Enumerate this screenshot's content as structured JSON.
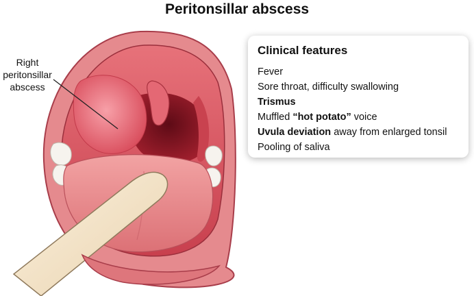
{
  "title": "Peritonsillar abscess",
  "callout": {
    "line1": "Right",
    "line2": "peritonsillar",
    "line3": "abscess"
  },
  "clinical_features": {
    "heading": "Clinical features",
    "items": [
      {
        "lead": "",
        "lead_bold": false,
        "text": "Fever"
      },
      {
        "lead": "",
        "lead_bold": false,
        "text": "Sore throat, difficulty swallowing"
      },
      {
        "lead": "Trismus",
        "lead_bold": true,
        "text": ""
      },
      {
        "lead": "Muffled ",
        "lead_bold": false,
        "bold": "“hot potato”",
        "text": " voice"
      },
      {
        "lead": "Uvula deviation",
        "lead_bold": true,
        "text": " away from enlarged tonsil"
      },
      {
        "lead": "",
        "lead_bold": false,
        "text": "Pooling of saliva"
      }
    ]
  },
  "colors": {
    "lip": "#e07a80",
    "lip_dark": "#a83d4a",
    "throat": "#8e1a28",
    "palate": "#d9545e",
    "tongue": "#e88a8c",
    "abscess": "#ef6f7a",
    "tooth": "#f6f3ee",
    "depressor": "#f4e3c8"
  }
}
